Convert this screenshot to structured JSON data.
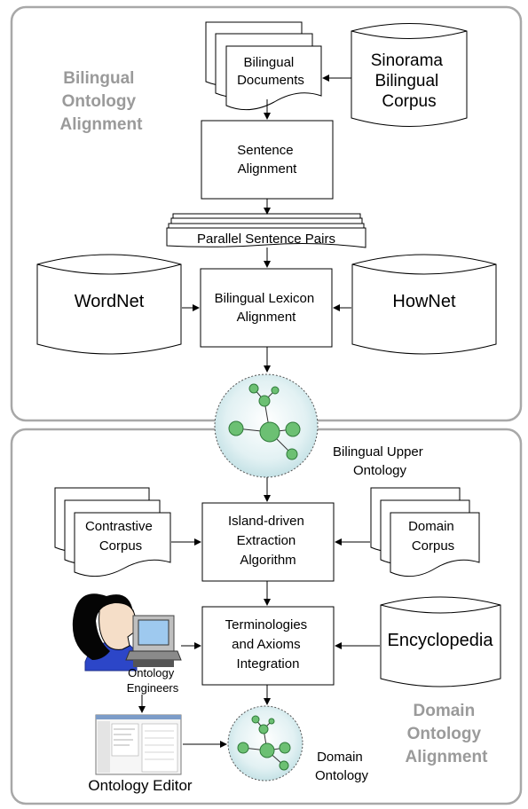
{
  "sections": {
    "top": {
      "title": [
        "Bilingual",
        "Ontology",
        "Alignment"
      ]
    },
    "bottom": {
      "title": [
        "Domain",
        "Ontology",
        "Alignment"
      ]
    }
  },
  "nodes": {
    "bilingual_documents": [
      "Bilingual",
      "Documents"
    ],
    "sinorama_corpus": [
      "Sinorama",
      "Bilingual",
      "Corpus"
    ],
    "sentence_alignment": [
      "Sentence",
      "Alignment"
    ],
    "parallel_sentence_pairs": "Parallel Sentence Pairs",
    "wordnet": "WordNet",
    "lexicon_alignment": [
      "Bilingual Lexicon",
      "Alignment"
    ],
    "hownet": "HowNet",
    "upper_ontology": [
      "Bilingual Upper",
      "Ontology"
    ],
    "contrastive_corpus": [
      "Contrastive",
      "Corpus"
    ],
    "extraction_algorithm": [
      "Island-driven",
      "Extraction",
      "Algorithm"
    ],
    "domain_corpus": [
      "Domain",
      "Corpus"
    ],
    "ontology_engineers": [
      "Ontology",
      "Engineers"
    ],
    "integration": [
      "Terminologies",
      "and Axioms",
      "Integration"
    ],
    "encyclopedia": "Encyclopedia",
    "ontology_editor": "Ontology Editor",
    "domain_ontology": [
      "Domain",
      "Ontology"
    ]
  }
}
